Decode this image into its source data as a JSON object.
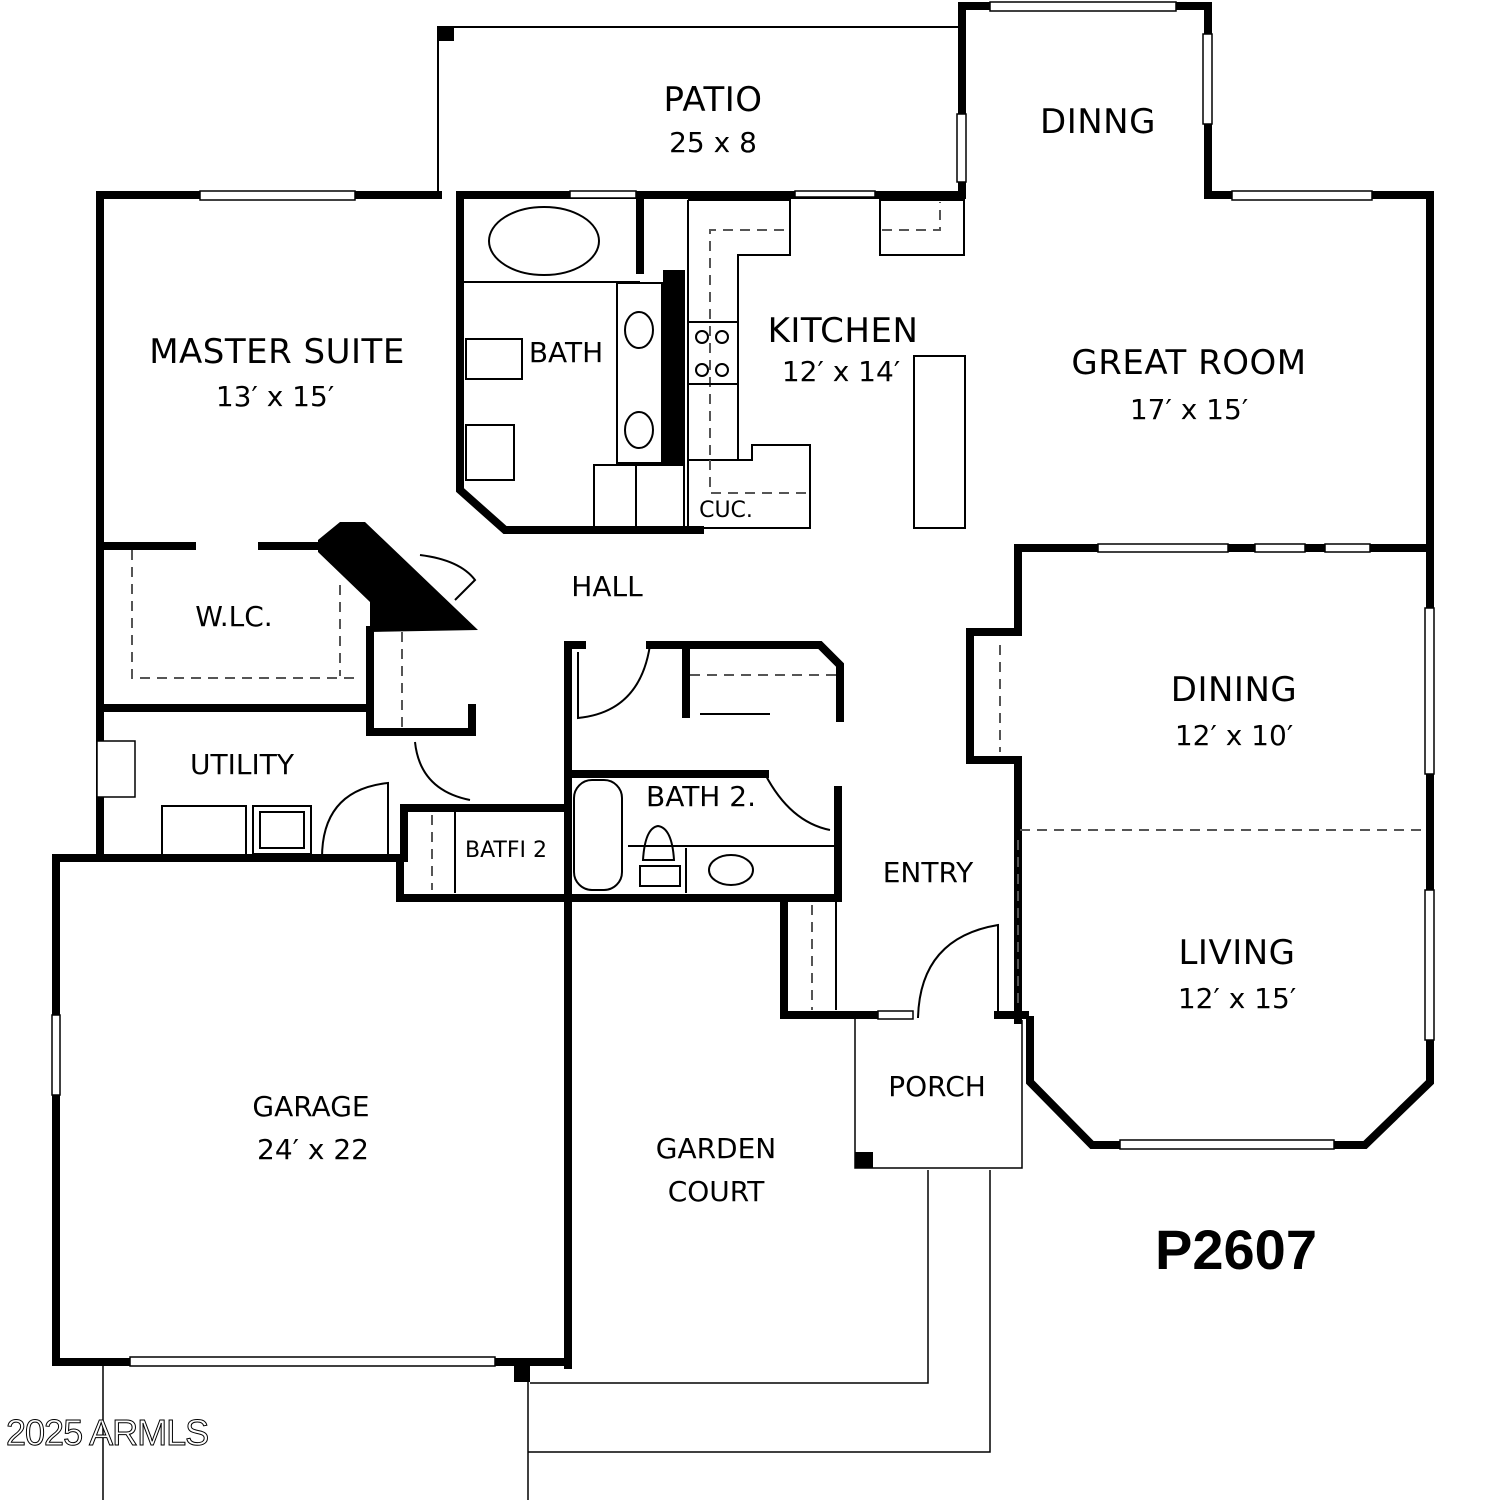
{
  "plan": {
    "id": "P2607",
    "watermark": "2025 ARMLS"
  },
  "rooms": {
    "patio": {
      "name": "PATIO",
      "dim": "25 x 8"
    },
    "dining_top": {
      "name": "DINNG"
    },
    "master_suite": {
      "name": "MASTER SUITE",
      "dim": "13′ x 15′"
    },
    "master_bath": {
      "name": "BATH"
    },
    "kitchen": {
      "name": "KITCHEN",
      "dim": "12′ x 14′"
    },
    "cuc": {
      "name": "CUC."
    },
    "great_room": {
      "name": "GREAT ROOM",
      "dim": "17′ x 15′"
    },
    "wlc": {
      "name": "W.LC."
    },
    "hall": {
      "name": "HALL"
    },
    "utility": {
      "name": "UTILITY"
    },
    "bath2_small": {
      "name": "BATFI 2"
    },
    "bath2": {
      "name": "BATH 2."
    },
    "entry": {
      "name": "ENTRY"
    },
    "dining": {
      "name": "DINING",
      "dim": "12′ x 10′"
    },
    "living": {
      "name": "LIVING",
      "dim": "12′ x 15′"
    },
    "porch": {
      "name": "PORCH"
    },
    "garage": {
      "name": "GARAGE",
      "dim": "24′ x 22"
    },
    "garden_court": {
      "name": "GARDEN",
      "name2": "COURT"
    }
  }
}
